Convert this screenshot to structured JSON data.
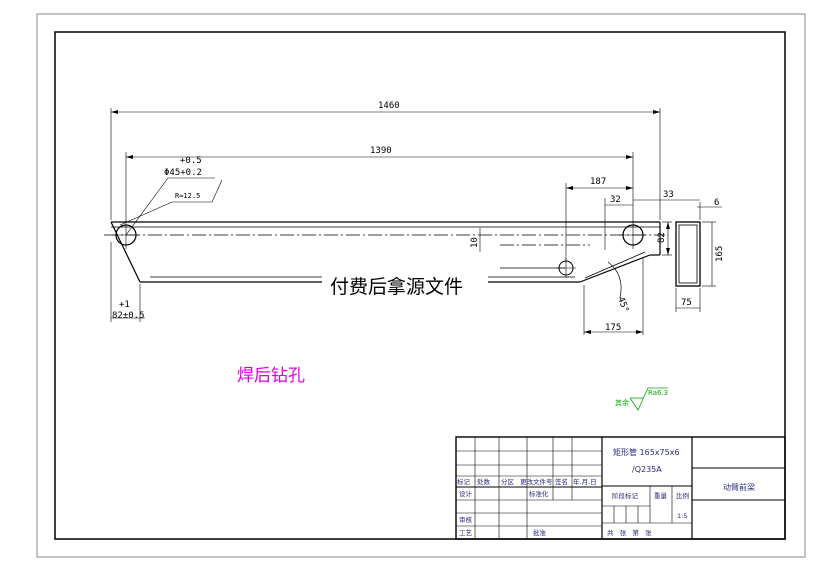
{
  "drawing": {
    "dimensions": {
      "overall_length": "1460",
      "hole_span": "1390",
      "tol_plus": "+0.5",
      "hole_diameter": "Φ45+0.2",
      "radius": "R≈12.5",
      "right_segment": "187",
      "right_gap": "32",
      "right_end": "33",
      "height_right": "82",
      "center_offset": "10",
      "bottom_right": "175",
      "angle_label": "45°",
      "left_tol_plus": "+1",
      "left_bottom": "82±0.5",
      "section_top": "6",
      "section_height": "165",
      "section_width": "75"
    },
    "watermark": "付费后拿源文件",
    "note": "焊后钻孔",
    "roughness": {
      "prefix": "其余",
      "value": "Ra6.3"
    }
  },
  "title_block": {
    "material_line1": "矩形管  165x75x6",
    "material_line2": "/Q235A",
    "part_name": "动臂前梁",
    "scale": "1:5",
    "headers": [
      "标记",
      "处数",
      "分区",
      "更改文件号",
      "签名",
      "年.月.日"
    ],
    "design_label": "设计",
    "standardization_label": "标准化",
    "stage_label": "阶段标记",
    "weight_label": "重量",
    "scale_label": "比例",
    "review_label": "审核",
    "process_label": "工艺",
    "approve_label": "批准",
    "sheet_text": "共   张   第   张"
  },
  "colors": {
    "line": "#000000",
    "magenta": "#e000e0",
    "green": "#00aa00",
    "titleblock_text": "#2a2a80"
  }
}
